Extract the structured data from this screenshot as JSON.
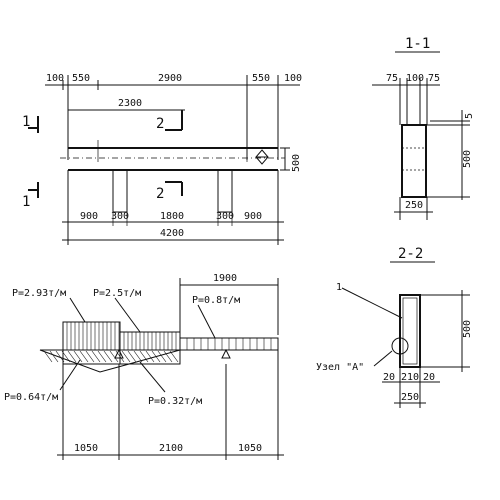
{
  "plan": {
    "top_dims": [
      "100",
      "550",
      "2900",
      "550",
      "100"
    ],
    "inner_dim": "2300",
    "right_dim": "500",
    "bottom_dims": [
      "900",
      "300",
      "1800",
      "300",
      "900"
    ],
    "total_dim": "4200",
    "cut_label_1": "1",
    "cut_label_2": "2"
  },
  "section_1": {
    "title": "1-1",
    "top_dims": [
      "75",
      "100",
      "75"
    ],
    "right_top_dim": "5",
    "height_dim": "500",
    "width_dim": "250"
  },
  "section_2": {
    "title": "2-2",
    "callout": "1",
    "height_dim": "500",
    "node_label": "Узел \"А\"",
    "bottom_dims": [
      "20",
      "210",
      "20"
    ],
    "width_dim": "250"
  },
  "load": {
    "span_dim": "1900",
    "labels": [
      "P=2.93т/м",
      "P=2.5т/м",
      "P=0.8т/м",
      "P=0.64т/м",
      "P=0.32т/м"
    ],
    "bottom_dims": [
      "1050",
      "2100",
      "1050"
    ]
  }
}
